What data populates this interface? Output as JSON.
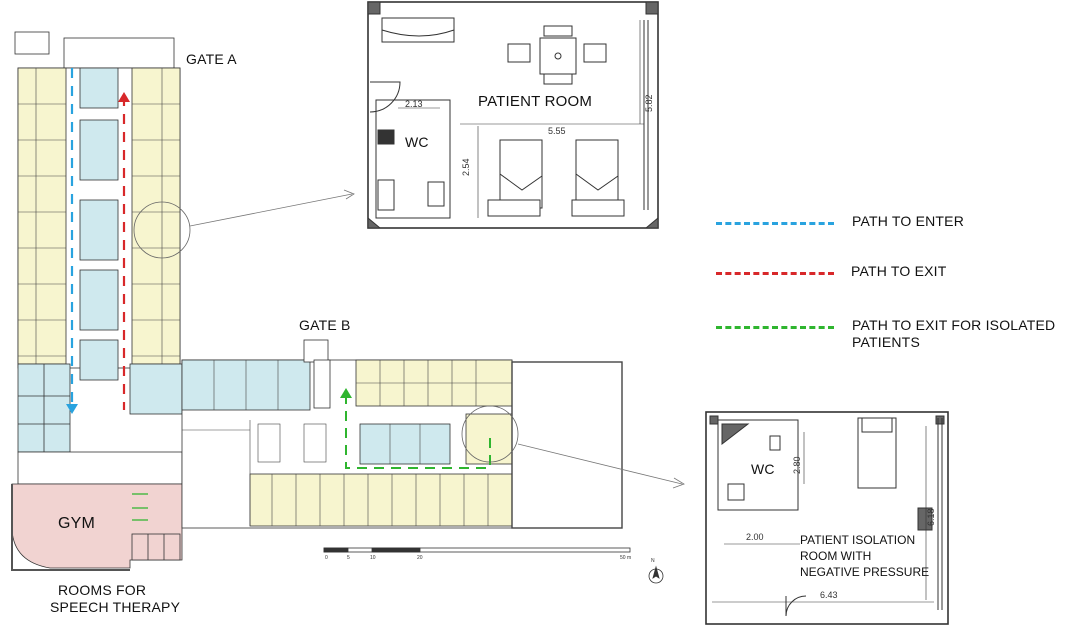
{
  "labels": {
    "gate_a": "GATE A",
    "gate_b": "GATE B",
    "gym": "GYM",
    "speech_therapy_line1": "ROOMS FOR",
    "speech_therapy_line2": "SPEECH THERAPY",
    "patient_room": "PATIENT ROOM",
    "wc_room": "WC",
    "wc_isolation": "WC",
    "isolation_line1": "PATIENT ISOLATION",
    "isolation_line2": "ROOM WITH",
    "isolation_line3": "NEGATIVE PRESSURE",
    "north": "N"
  },
  "dimensions": {
    "room_width": "5.55",
    "room_depth": "5.82",
    "room_wc_width": "2.13",
    "room_wc_depth": "2.54",
    "iso_wc_depth": "2.80",
    "iso_depth": "6.18",
    "iso_wc_width": "2.00",
    "iso_width": "6.43"
  },
  "scale_bar": {
    "ticks": [
      "0",
      "5",
      "10",
      "20",
      "50 m"
    ]
  },
  "legend": [
    {
      "label": "PATH TO ENTER",
      "color": "#29a3df"
    },
    {
      "label": "PATH TO EXIT",
      "color": "#d8282a"
    },
    {
      "label": "PATH TO EXIT FOR ISOLATED",
      "label2": "PATIENTS",
      "color": "#2fb52f"
    }
  ],
  "colors": {
    "patient_zone": "#f7f5cf",
    "clinical_zone": "#cfe9ee",
    "gym_zone": "#f1d3d1"
  }
}
